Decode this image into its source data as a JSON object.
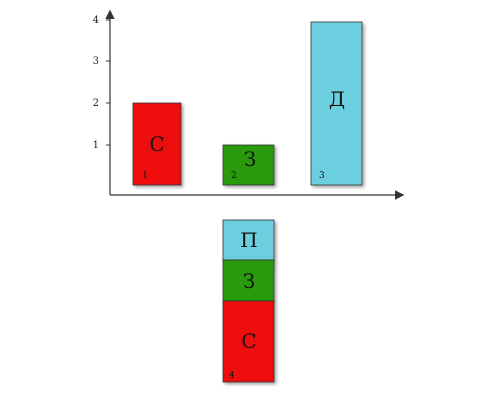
{
  "chart": {
    "y_ticks": [
      "1",
      "2",
      "3",
      "4"
    ],
    "bars": [
      {
        "letter": "С",
        "number": "1",
        "value": 2,
        "color": "#ee1111"
      },
      {
        "letter": "З",
        "number": "2",
        "value": 1,
        "color": "#2a9a0a"
      },
      {
        "letter": "Д",
        "number": "3",
        "value": 4,
        "color": "#6ccfe0"
      }
    ]
  },
  "stack": {
    "number": "4",
    "segments": [
      {
        "letter": "П",
        "color": "#6ccfe0"
      },
      {
        "letter": "З",
        "color": "#2a9a0a"
      },
      {
        "letter": "С",
        "color": "#ee1111"
      }
    ]
  }
}
